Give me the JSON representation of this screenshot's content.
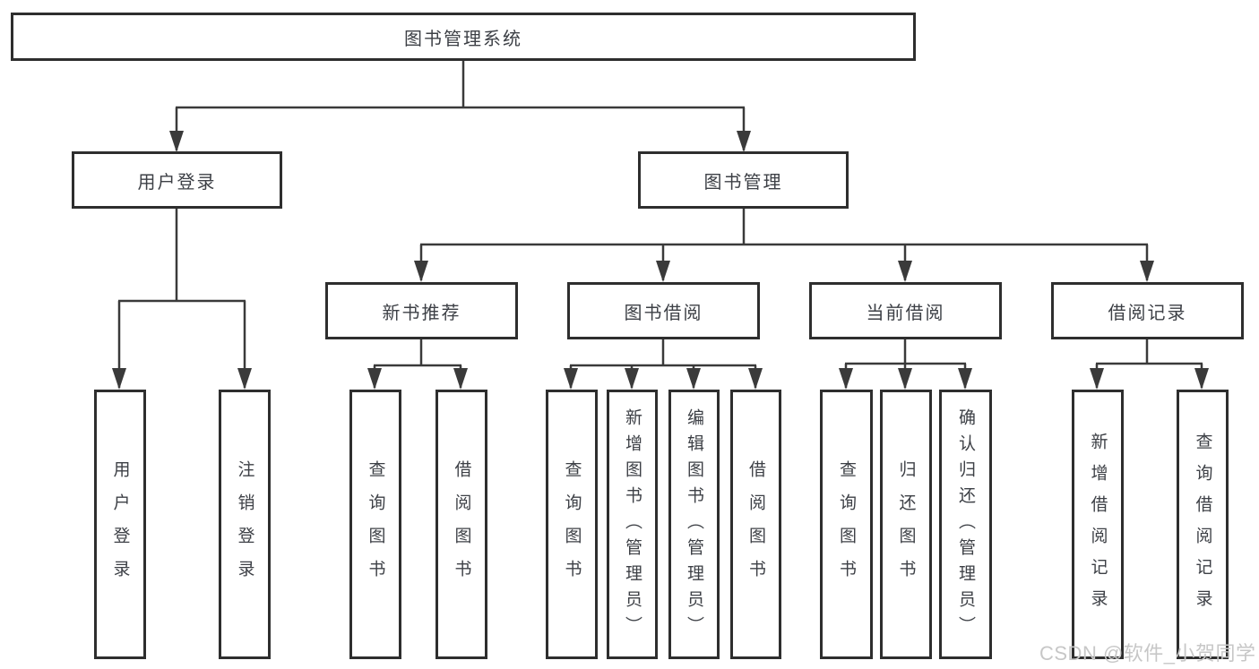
{
  "nodes": {
    "root": "图书管理系统",
    "user_login": "用户登录",
    "book_management": "图书管理",
    "new_book_recommend": "新书推荐",
    "book_borrowing": "图书借阅",
    "current_borrowing": "当前借阅",
    "borrowing_records": "借阅记录",
    "leaf_user_login": "用户登录",
    "leaf_logout": "注销登录",
    "leaf_recommend_query_books": "查询图书",
    "leaf_recommend_borrow_books": "借阅图书",
    "leaf_borrowing_query_books": "查询图书",
    "leaf_borrowing_add_books_admin": "新增图书（管理员）",
    "leaf_borrowing_edit_books_admin": "编辑图书（管理员）",
    "leaf_borrowing_borrow_books": "借阅图书",
    "leaf_current_query_books": "查询图书",
    "leaf_current_return_books": "归还图书",
    "leaf_current_confirm_return_admin": "确认归还（管理员）",
    "leaf_records_add_record": "新增借阅记录",
    "leaf_records_query_record": "查询借阅记录"
  },
  "watermark": "CSDN @软件_小贺同学",
  "colors": {
    "line": "#3a3a3a",
    "border": "#2e2e2e",
    "text": "#3d4046",
    "watermark": "#c7c7c7",
    "background": "#ffffff"
  }
}
